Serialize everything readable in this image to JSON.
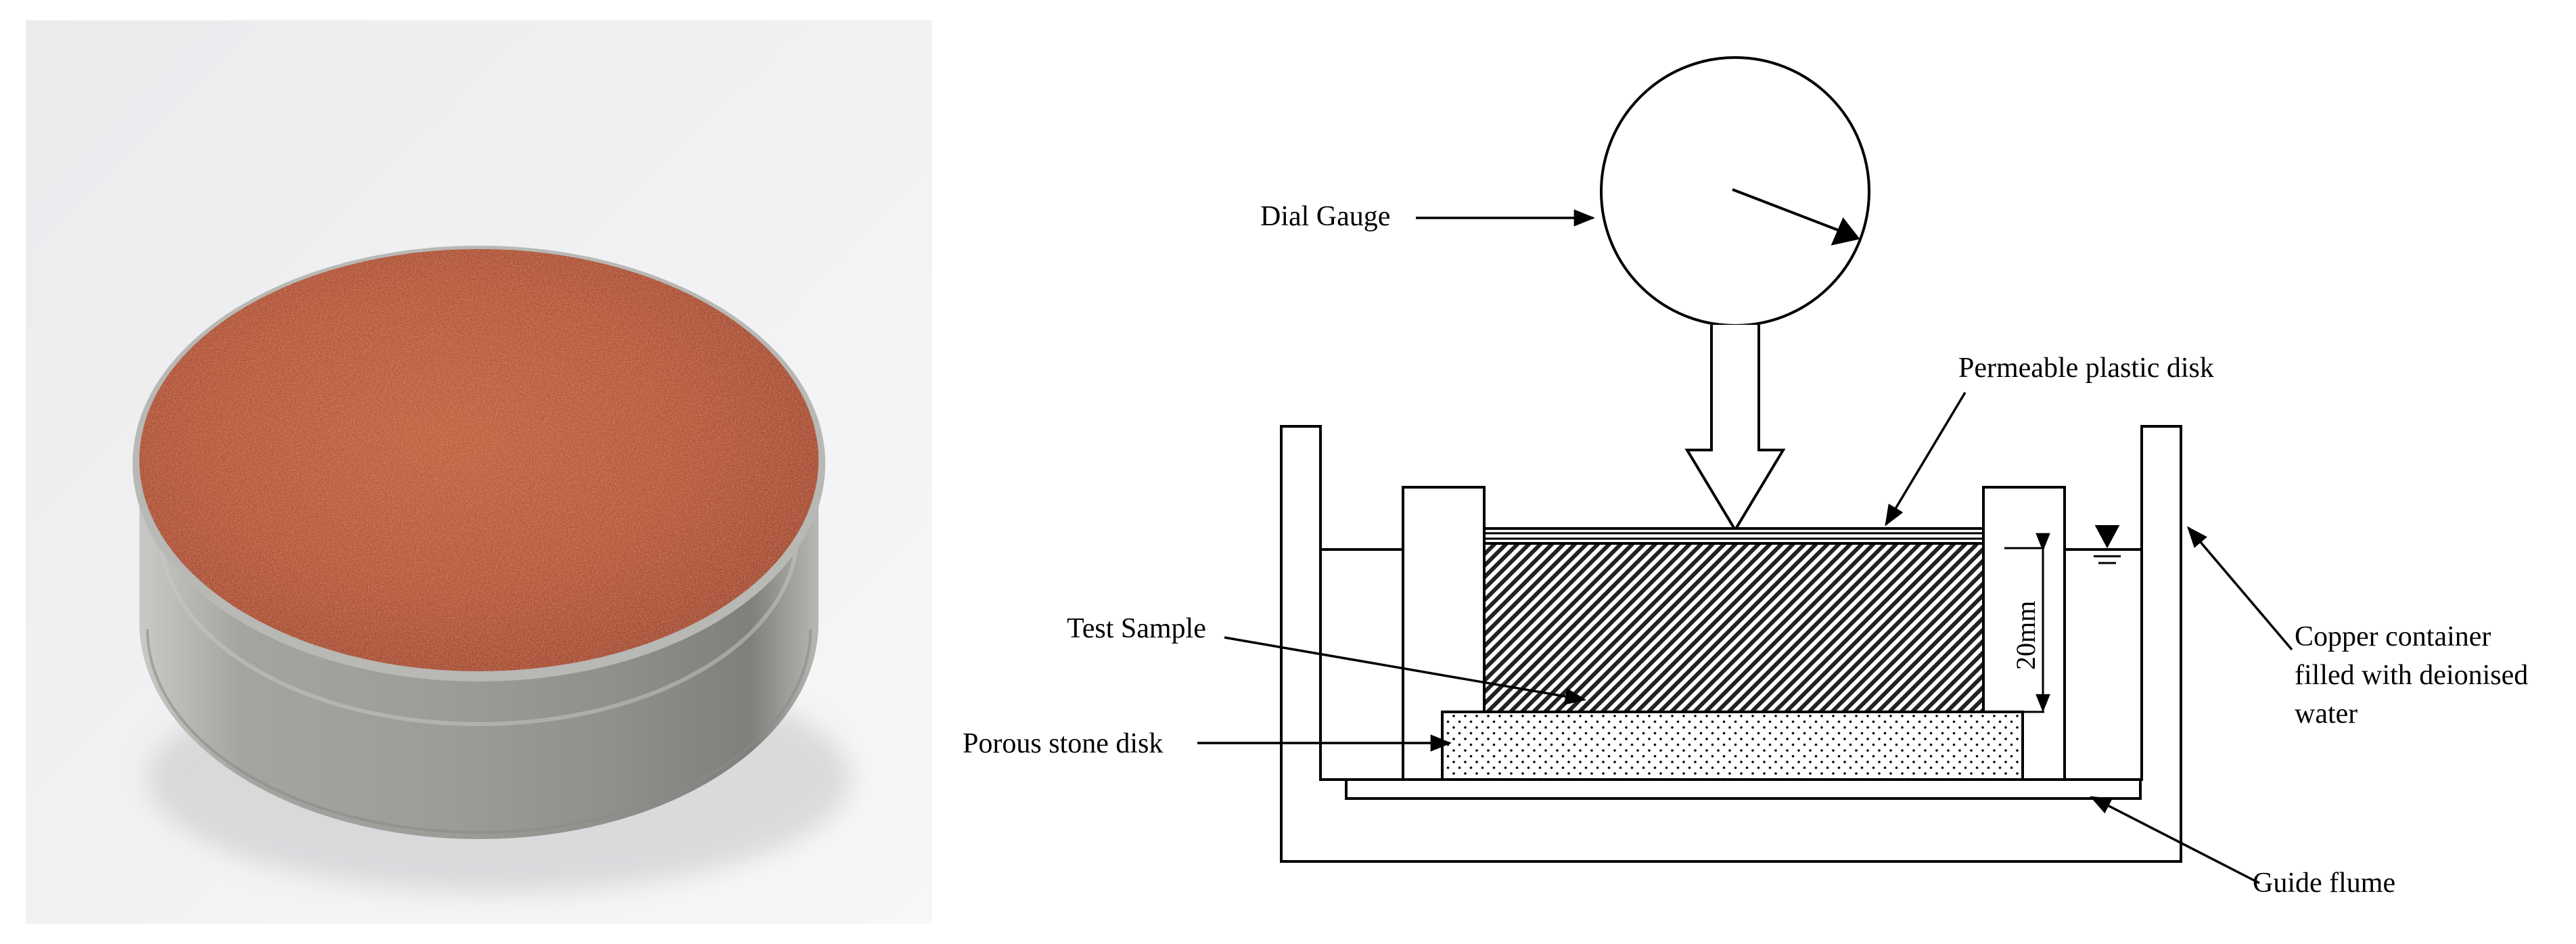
{
  "diagram": {
    "labels": {
      "dial_gauge": "Dial Gauge",
      "permeable_plastic_disk": "Permeable plastic disk",
      "test_sample": "Test Sample",
      "porous_stone_disk": "Porous stone disk",
      "container_line1": "Copper container",
      "container_line2": "filled with deionised",
      "container_line3": "water",
      "guide_flume": "Guide flume",
      "dimension": "20mm"
    }
  },
  "colors": {
    "line": "#000000",
    "sample_top": "#b5573a",
    "steel": "#a9a9a6"
  }
}
